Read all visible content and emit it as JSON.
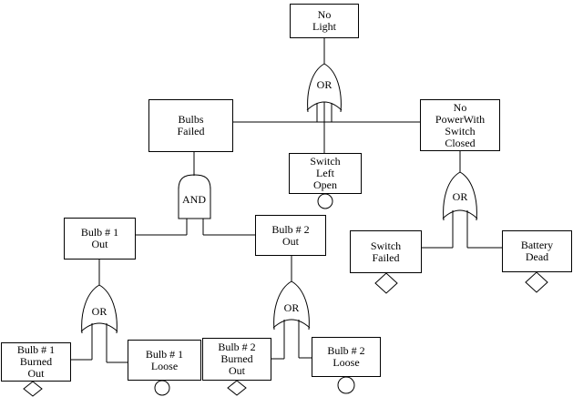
{
  "diagram": {
    "type": "fault-tree",
    "colors": {
      "line": "#000000",
      "background": "#ffffff",
      "text": "#000000"
    },
    "nodes": [
      {
        "id": "no-light",
        "label": "No\nLight"
      },
      {
        "id": "bulbs-failed",
        "label": "Bulbs\nFailed"
      },
      {
        "id": "no-power-with-switch-closed",
        "label": "No\nPowerWith\nSwitch\nClosed"
      },
      {
        "id": "switch-left-open",
        "label": "Switch\nLeft\nOpen"
      },
      {
        "id": "bulb-1-out",
        "label": "Bulb # 1\nOut"
      },
      {
        "id": "bulb-2-out",
        "label": "Bulb # 2\nOut"
      },
      {
        "id": "switch-failed",
        "label": "Switch\nFailed"
      },
      {
        "id": "battery-dead",
        "label": "Battery\nDead"
      },
      {
        "id": "bulb-1-burned-out",
        "label": "Bulb # 1\nBurned\nOut"
      },
      {
        "id": "bulb-1-loose",
        "label": "Bulb # 1\nLoose"
      },
      {
        "id": "bulb-2-burned-out",
        "label": "Bulb # 2\nBurned\nOut"
      },
      {
        "id": "bulb-2-loose",
        "label": "Bulb # 2\nLoose"
      }
    ],
    "gates": [
      {
        "id": "gate-top",
        "type": "or",
        "label": "OR",
        "output": "no-light",
        "inputs": [
          "bulbs-failed",
          "switch-left-open",
          "no-power-with-switch-closed"
        ]
      },
      {
        "id": "gate-bulbs",
        "type": "and",
        "label": "AND",
        "output": "bulbs-failed",
        "inputs": [
          "bulb-1-out",
          "bulb-2-out"
        ]
      },
      {
        "id": "gate-bulb-1",
        "type": "or",
        "label": "OR",
        "output": "bulb-1-out",
        "inputs": [
          "bulb-1-burned-out",
          "bulb-1-loose"
        ]
      },
      {
        "id": "gate-bulb-2",
        "type": "or",
        "label": "OR",
        "output": "bulb-2-out",
        "inputs": [
          "bulb-2-burned-out",
          "bulb-2-loose"
        ]
      },
      {
        "id": "gate-power",
        "type": "or",
        "label": "OR",
        "output": "no-power-with-switch-closed",
        "inputs": [
          "switch-failed",
          "battery-dead"
        ]
      }
    ],
    "event_symbols": [
      {
        "type": "circle",
        "under": "switch-left-open"
      },
      {
        "type": "diamond",
        "under": "switch-failed"
      },
      {
        "type": "diamond",
        "under": "battery-dead"
      },
      {
        "type": "diamond",
        "under": "bulb-1-burned-out"
      },
      {
        "type": "circle",
        "under": "bulb-1-loose"
      },
      {
        "type": "diamond",
        "under": "bulb-2-burned-out"
      },
      {
        "type": "circle",
        "under": "bulb-2-loose"
      }
    ]
  }
}
